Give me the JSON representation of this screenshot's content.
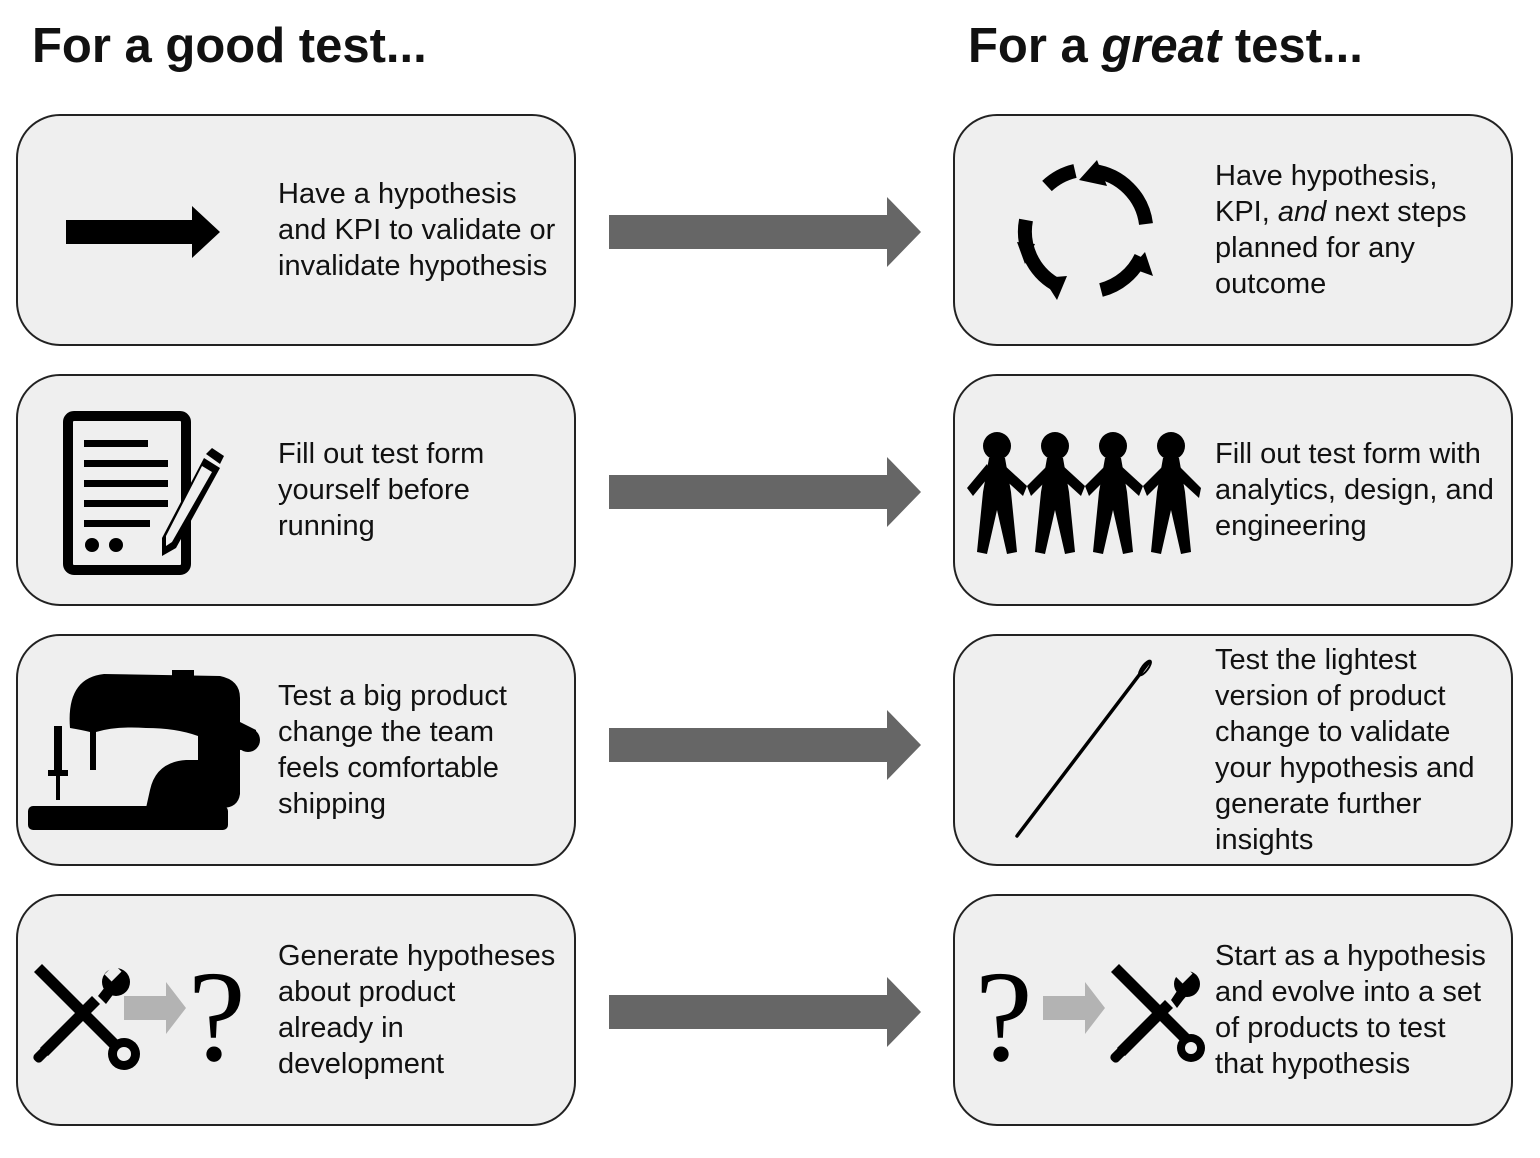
{
  "headings": {
    "good_prefix": "For a ",
    "good_emph": "good",
    "good_suffix": " test...",
    "great_prefix": "For a ",
    "great_emph": "great",
    "great_suffix": " test..."
  },
  "rows": [
    {
      "good": {
        "icon": "right-arrow-icon",
        "text": "Have a hypothesis and KPI to validate or invalidate hypothesis"
      },
      "great": {
        "icon": "cycle-icon",
        "text_pre": "Have hypothesis, KPI, ",
        "text_emph": "and",
        "text_post": " next steps planned for any outcome"
      }
    },
    {
      "good": {
        "icon": "form-pencil-icon",
        "text": "Fill out test form yourself before running"
      },
      "great": {
        "icon": "paper-dolls-icon",
        "text": "Fill out test form with analytics, design, and engineering"
      }
    },
    {
      "good": {
        "icon": "sewing-machine-icon",
        "text": "Test a big product change the team feels comfortable shipping"
      },
      "great": {
        "icon": "needle-icon",
        "text": "Test the lightest version of product change to validate your hypothesis and generate further insights"
      }
    },
    {
      "good": {
        "icon": "tools-to-question-icon",
        "text": "Generate hypotheses about product already in development"
      },
      "great": {
        "icon": "question-to-tools-icon",
        "text": "Start as a hypothesis and evolve into a set of products to test that hypothesis"
      }
    }
  ],
  "colors": {
    "card_bg": "#efefef",
    "card_border": "#222222",
    "connector_arrow": "#666666",
    "small_arrow": "#b3b3b3",
    "icon": "#000000"
  }
}
